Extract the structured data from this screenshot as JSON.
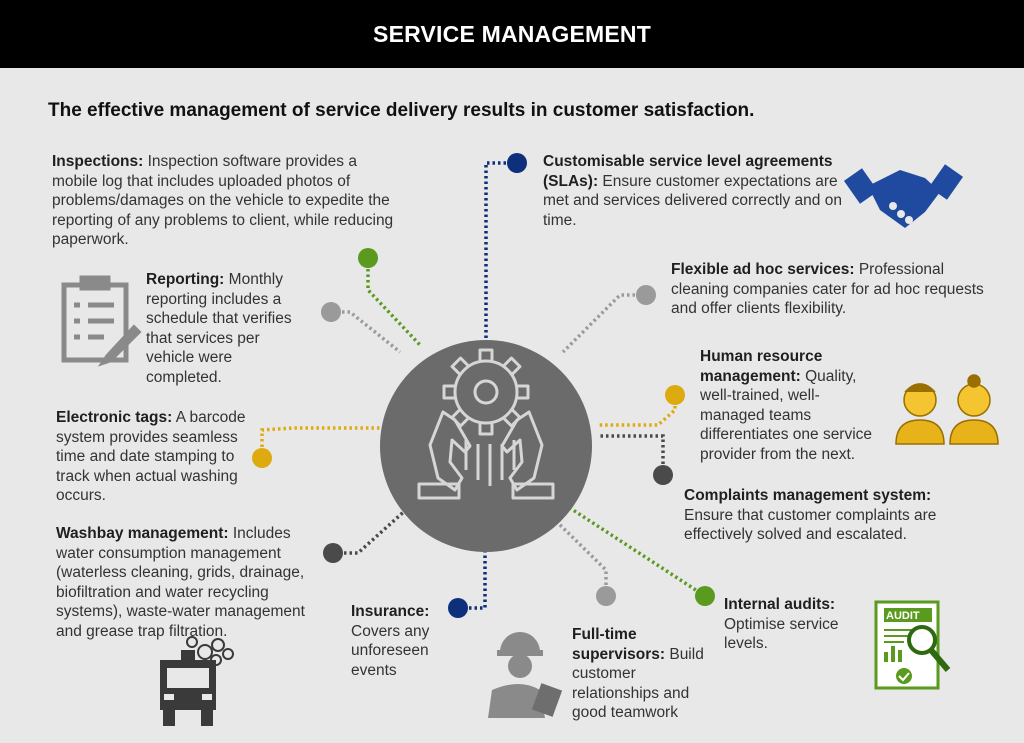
{
  "header": {
    "title": "SERVICE MANAGEMENT"
  },
  "subtitle": "The effective management of service delivery results in customer satisfaction.",
  "items": {
    "inspections": {
      "title": "Inspections:",
      "text": " Inspection software provides a mobile log that includes uploaded photos of problems/damages on the vehicle to expedite the reporting of any problems to client, while reducing paperwork."
    },
    "reporting": {
      "title": "Reporting:",
      "text": " Monthly reporting includes a schedule that verifies that services per vehicle were completed."
    },
    "electronic_tags": {
      "title": "Electronic tags:",
      "text": " A barcode system provides seamless time and date stamping to track when actual washing occurs."
    },
    "washbay": {
      "title": "Washbay management:",
      "text": " Includes water consumption management (waterless cleaning, grids, drainage, biofiltration and water recycling systems), waste-water management and grease trap filtration."
    },
    "insurance": {
      "title": "Insurance:",
      "text": " Covers any unforeseen events"
    },
    "supervisors": {
      "title": "Full-time supervisors:",
      "text": " Build customer relationships and good teamwork"
    },
    "audits": {
      "title": "Internal audits:",
      "text": " Optimise service levels."
    },
    "complaints": {
      "title": "Complaints management system:",
      "text": " Ensure that customer complaints are effectively solved and escalated."
    },
    "hr": {
      "title": "Human resource management:",
      "text": " Quality, well-trained, well-managed teams differentiates one service provider from the next."
    },
    "adhoc": {
      "title": "Flexible ad hoc services:",
      "text": " Professional cleaning companies cater for ad hoc requests and offer clients flexibility."
    },
    "sla": {
      "title": "Customisable service level agreements (SLAs):",
      "text": " Ensure customer expectations are met and services delivered correctly and on time."
    }
  },
  "audit_icon_label": "AUDIT",
  "colors": {
    "green": "#5a9a1f",
    "gray_dot": "#9a9a9a",
    "gold": "#ddaa10",
    "navy": "#0e2f7a",
    "dark": "#4a4a4a",
    "hub": "#6c6c6c",
    "icon_gray": "#8a8a8a",
    "handshake_blue": "#1f4aa0"
  }
}
